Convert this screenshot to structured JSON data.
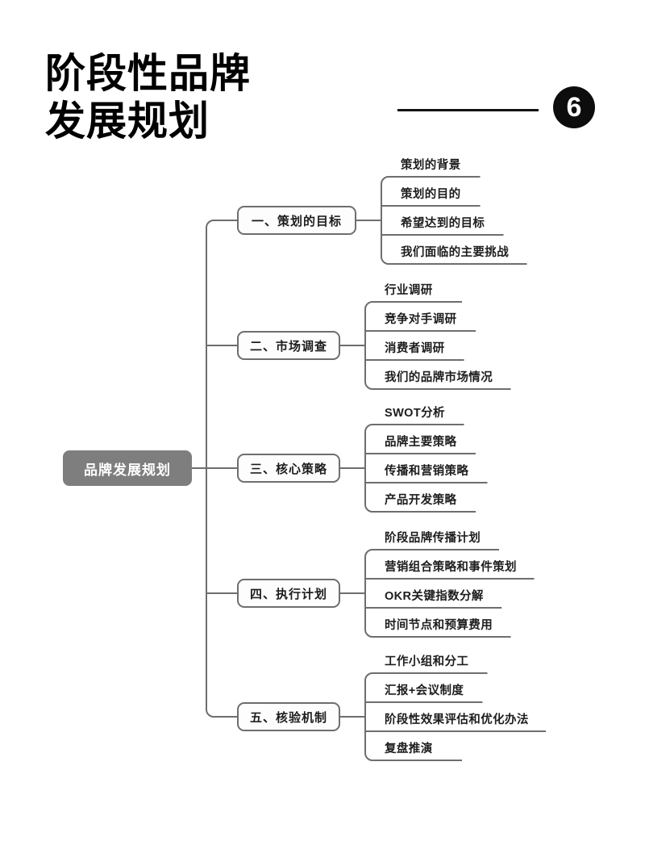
{
  "header": {
    "title": "阶段性品牌\n发展规划",
    "badge_number": "6",
    "rule": "horizontal-rule"
  },
  "colors": {
    "root_fill": "#7e7e7e",
    "root_text": "#ffffff",
    "node_border": "#6e6e6e",
    "node_fill": "#fdfdfd",
    "connector": "#6e6e6e",
    "text": "#1d1d1d",
    "badge_fill": "#0d0d0d",
    "background": "#ffffff"
  },
  "mindmap": {
    "root": {
      "label": "品牌发展规划"
    },
    "branches": [
      {
        "label": "一、策划的目标",
        "leaves": [
          {
            "label": "策划的背景"
          },
          {
            "label": "策划的目的"
          },
          {
            "label": "希望达到的目标"
          },
          {
            "label": "我们面临的主要挑战"
          }
        ]
      },
      {
        "label": "二、市场调查",
        "leaves": [
          {
            "label": "行业调研"
          },
          {
            "label": "竞争对手调研"
          },
          {
            "label": "消费者调研"
          },
          {
            "label": "我们的品牌市场情况"
          }
        ]
      },
      {
        "label": "三、核心策略",
        "leaves": [
          {
            "label": "SWOT分析"
          },
          {
            "label": "品牌主要策略"
          },
          {
            "label": "传播和营销策略"
          },
          {
            "label": "产品开发策略"
          }
        ]
      },
      {
        "label": "四、执行计划",
        "leaves": [
          {
            "label": "阶段品牌传播计划"
          },
          {
            "label": "营销组合策略和事件策划"
          },
          {
            "label": "OKR关键指数分解"
          },
          {
            "label": "时间节点和预算费用"
          }
        ]
      },
      {
        "label": "五、核验机制",
        "leaves": [
          {
            "label": "工作小组和分工"
          },
          {
            "label": "汇报+会议制度"
          },
          {
            "label": "阶段性效果评估和优化办法"
          },
          {
            "label": "复盘推演"
          }
        ]
      }
    ]
  }
}
